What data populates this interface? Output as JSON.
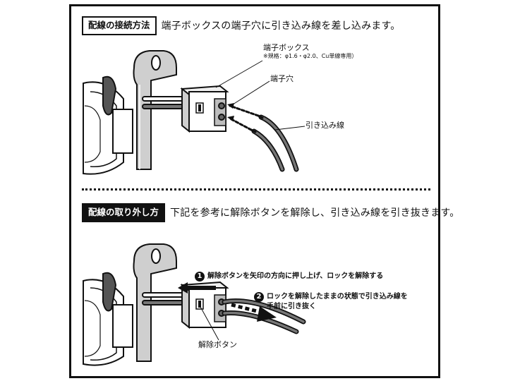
{
  "section1": {
    "tag": "配線の接続方法",
    "text": "端子ボックスの端子穴に引き込み線を差し込みます。",
    "labels": {
      "terminal_box": "端子ボックス",
      "spec": "※規格：φ1.6・φ2.0、Cu単線専用）",
      "terminal_hole": "端子穴",
      "lead_wire": "引き込み線"
    }
  },
  "section2": {
    "tag": "配線の取り外し方",
    "text": "下記を参考に解除ボタンを解除し、引き込み線を引き抜きます。",
    "step1_num": "1",
    "step1": "解除ボタンを矢印の方向に押し上げ、ロックを解除する",
    "step2_num": "2",
    "step2_line1": "ロックを解除したままの状態で引き込み線を",
    "step2_line2": "手前に引き抜く",
    "release_label": "解除ボタン"
  }
}
